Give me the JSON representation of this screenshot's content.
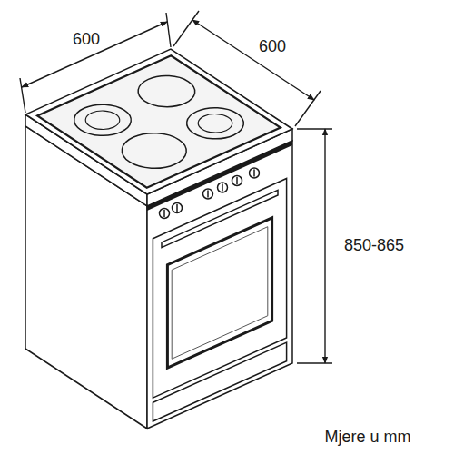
{
  "diagram": {
    "labels": [
      "600",
      "600",
      "850-865",
      "Mjere u mm"
    ]
  }
}
